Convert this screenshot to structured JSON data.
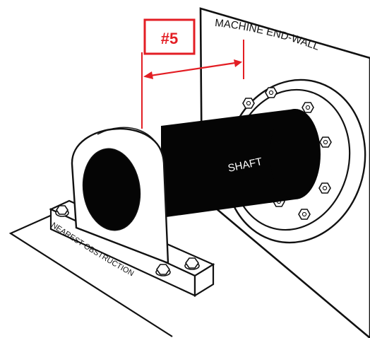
{
  "labels": {
    "callout": "#5",
    "wall": "MACHINE END-WALL",
    "shaft": "SHAFT",
    "obstruction": "NEAREST OBSTRUCTION"
  },
  "colors": {
    "accent": "#e31e24",
    "ink": "#111111",
    "shaft": "#050505",
    "paper": "#ffffff"
  }
}
